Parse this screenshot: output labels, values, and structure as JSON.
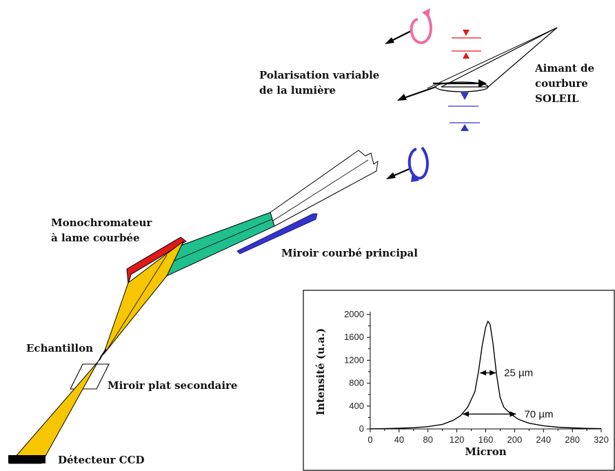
{
  "labels": {
    "polarisation_line1": "Polarisation variable",
    "polarisation_line2": "de la lumière",
    "aimant_line1": "Aimant de",
    "aimant_line2": "courbure",
    "aimant_line3": "SOLEIL",
    "monochromateur_line1": "Monochromateur",
    "monochromateur_line2": "à lame courbée",
    "miroir_principal": "Miroir courbé principal",
    "echantillon": "Echantillon",
    "miroir_secondaire": "Miroir plat secondaire",
    "detecteur": "Détecteur CCD"
  },
  "colors": {
    "yellow": "#f7c600",
    "teal": "#1fbf8f",
    "red": "#e31919",
    "blue": "#3333cc",
    "pink": "#f06ba0",
    "black": "#000000"
  },
  "chart_data": {
    "type": "line",
    "xlabel": "Micron",
    "ylabel": "Intensité (u.a.)",
    "xlim": [
      0,
      320
    ],
    "ylim": [
      0,
      2000
    ],
    "xticks": [
      0,
      40,
      80,
      120,
      160,
      200,
      240,
      280,
      320
    ],
    "yticks": [
      0,
      400,
      800,
      1200,
      1600,
      2000
    ],
    "series": [
      {
        "x": [
          0,
          20,
          40,
          60,
          80,
          100,
          115,
          125,
          135,
          145,
          150,
          155,
          160,
          163,
          166,
          170,
          175,
          180,
          185,
          195,
          205,
          220,
          240,
          260,
          280,
          300,
          320
        ],
        "y": [
          2,
          5,
          12,
          22,
          40,
          80,
          150,
          230,
          380,
          650,
          1000,
          1450,
          1780,
          1880,
          1830,
          1500,
          950,
          550,
          380,
          260,
          170,
          100,
          55,
          30,
          18,
          10,
          5
        ]
      }
    ],
    "annotations": [
      {
        "text": "25 µm",
        "y": 980,
        "x_from": 152,
        "x_to": 174
      },
      {
        "text": "70 µm",
        "y": 260,
        "x_from": 128,
        "x_to": 202
      }
    ]
  }
}
